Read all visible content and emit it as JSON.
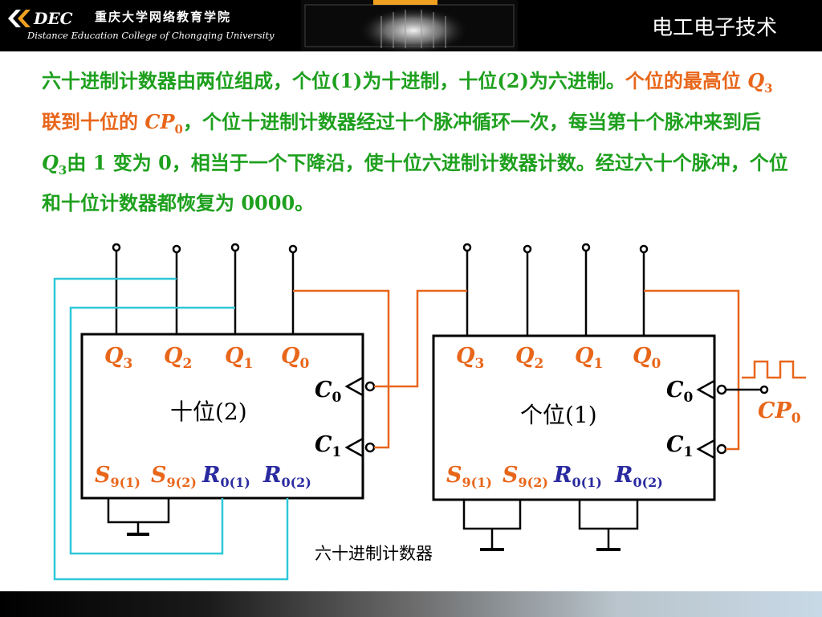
{
  "header": {
    "org_name": "重庆大学网络教育学院",
    "org_sub": "Distance Education College of Chongqing University",
    "logo_text": "DEC",
    "slide_title": "电工电子技术"
  },
  "paragraph": {
    "part1": "六十进制计数器由两位组成，个位(1)为十进制，十位(2)为六进制。",
    "part2_a": "个位的最高位 ",
    "part2_q": "Q",
    "part2_q_sub": "3",
    "part2_b": " 联到十位的 ",
    "part2_cp": "CP",
    "part2_cp_sub": "0",
    "part3_a": "，个位十进制计数器经过十个脉冲循环一次，每当第十个脉冲来到后 ",
    "part3_q": "Q",
    "part3_q_sub": "3",
    "part3_b": "由 1 变为 0，相当于一个下降沿，使十位六进制计数器计数。经过六十个脉冲，个位和十位计数器都恢复为 0000。"
  },
  "circuit": {
    "left_counter": {
      "label": "十位(2)",
      "outputs": [
        "Q3",
        "Q2",
        "Q1",
        "Q0"
      ],
      "clocks": [
        "C0",
        "C1"
      ],
      "inputs": [
        "S9(1)",
        "S9(2)",
        "R0(1)",
        "R0(2)"
      ]
    },
    "right_counter": {
      "label": "个位(1)",
      "outputs": [
        "Q3",
        "Q2",
        "Q1",
        "Q0"
      ],
      "clocks": [
        "C0",
        "C1"
      ],
      "inputs": [
        "S9(1)",
        "S9(2)",
        "R0(1)",
        "R0(2)"
      ]
    },
    "clock_input": "CP0",
    "caption": "六十进制计数器"
  },
  "colors": {
    "text_green": "#1ea01e",
    "highlight_orange": "#e8661a",
    "wire_cyan": "#2ec8d8",
    "wire_orange": "#e8661a",
    "label_blue": "#2a2aa0"
  }
}
